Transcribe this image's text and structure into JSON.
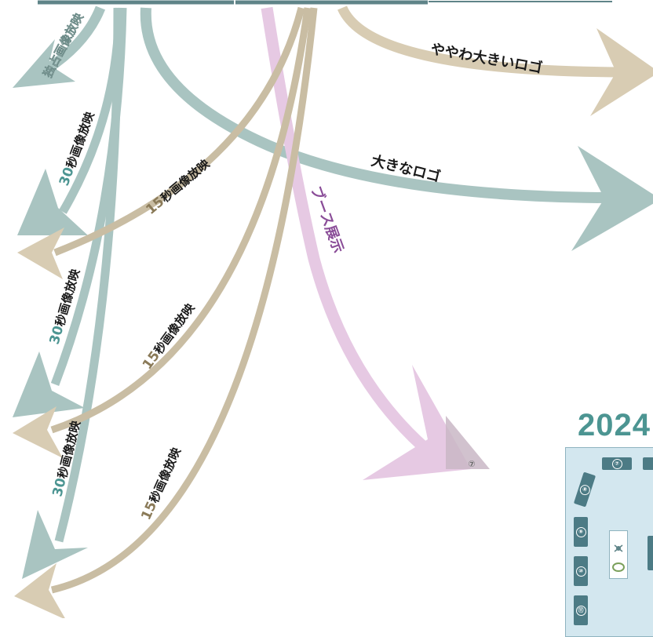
{
  "colors": {
    "teal": "#a9c4c1",
    "tan": "#d8ccb3",
    "pink": "#e6c9e3",
    "dark": "#1a1a1a",
    "teal_text": "#4c9592",
    "tan_text": "#8a7a58",
    "purple_text": "#8a4d98"
  },
  "labels": {
    "exclusive": "独占画像放映",
    "logo_medium": "ややわ大きいロゴ",
    "logo_large": "大きなロゴ",
    "booth_display": "ブース展示",
    "sec30_a_num": "30",
    "sec30_a_txt": "秒画像放映",
    "sec15_a_num": "15",
    "sec15_a_txt": "秒画像放映",
    "sec30_b_num": "30",
    "sec30_b_txt": "秒画像放映",
    "sec15_b_num": "15",
    "sec15_b_txt": "秒画像放映",
    "sec30_c_num": "30",
    "sec30_c_txt": "秒画像放映",
    "sec15_c_num": "15",
    "sec15_c_txt": "秒画像放映"
  },
  "year": "2024",
  "floorplan": {
    "booths": [
      "⑦",
      "⑧",
      "⑨",
      "⑩",
      "⑪"
    ],
    "arrow_booth": "⑦"
  }
}
